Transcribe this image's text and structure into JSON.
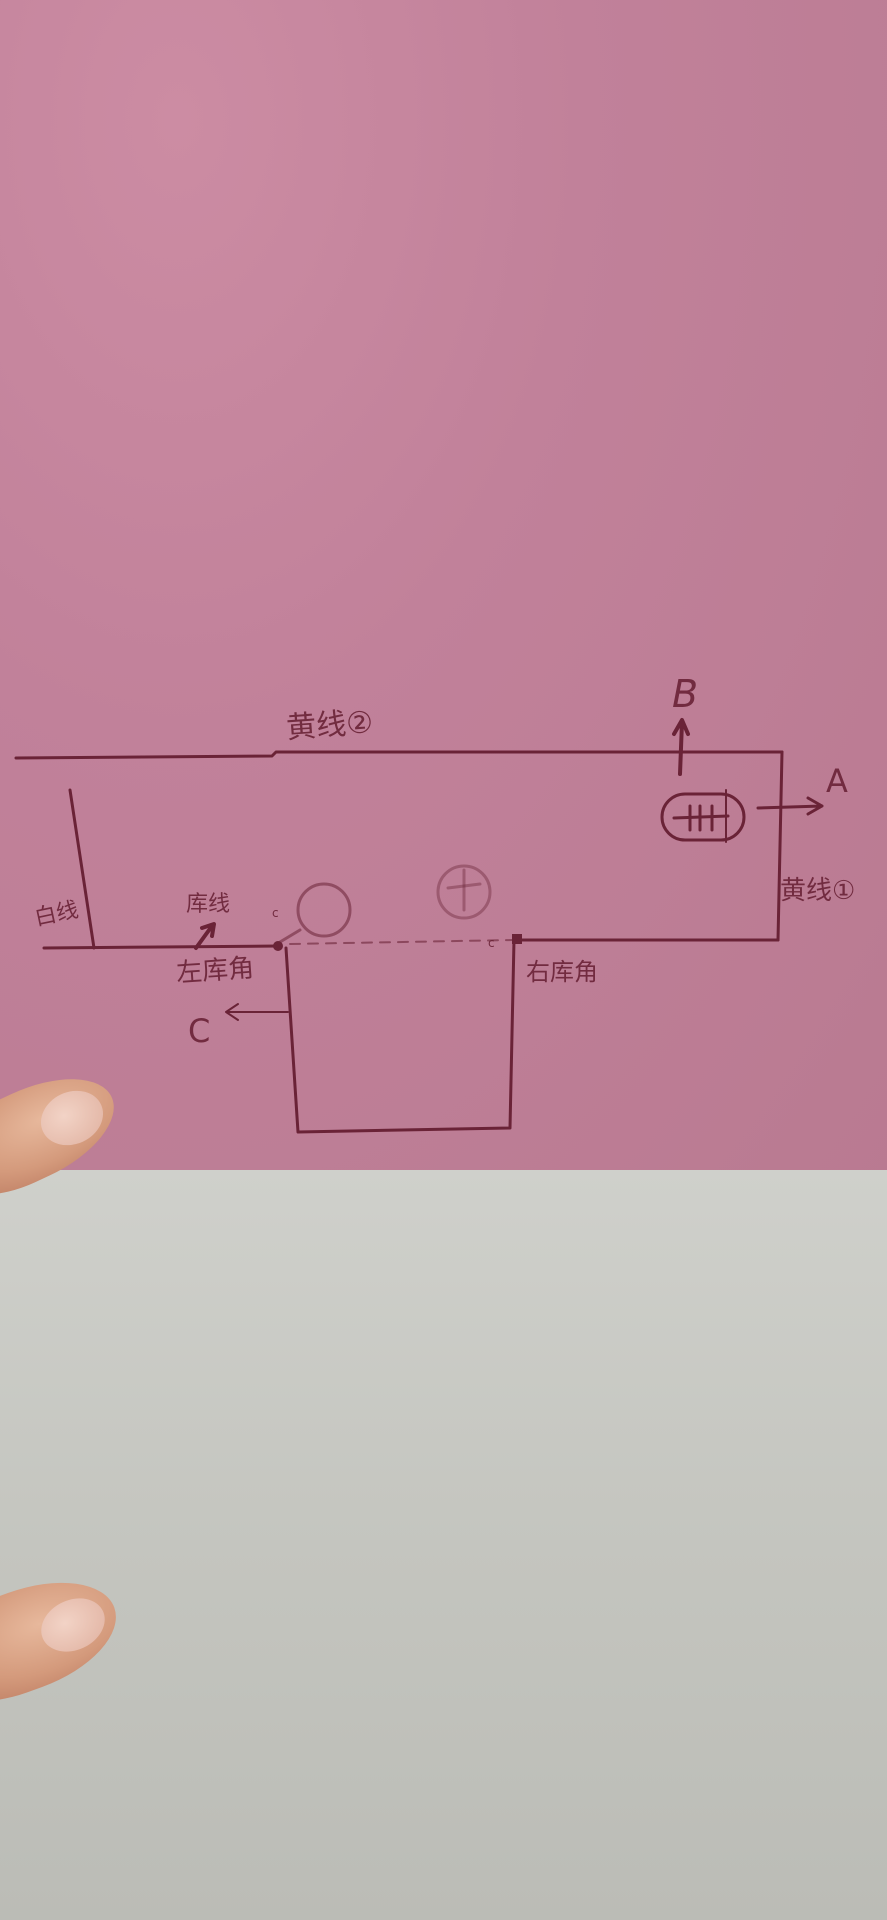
{
  "photo": {
    "subject": "hand-drawn parking diagram on pink paper",
    "colors": {
      "paper": "#c1819a",
      "ink": "#6a2337",
      "background_surface": "#c6c7c1",
      "skin": "#d49a7c"
    }
  },
  "diagram": {
    "labels": {
      "yellow_line_2": "黄线②",
      "yellow_line_1": "黄线①",
      "white_line": "白线",
      "garage_line": "库线",
      "left_garage_corner": "左库角",
      "right_garage_corner": "右库角",
      "point_A": "A",
      "point_B": "B",
      "point_C": "C",
      "small_mark_left": "c",
      "small_mark_right": "c"
    },
    "elements": [
      "yellow line ② (top boundary)",
      "yellow line ① (right boundary)",
      "white line (left slanted boundary)",
      "garage line (bottom baseline)",
      "garage box (rectangle below baseline)",
      "left wheel circle",
      "right wheel circle",
      "car symbol (oval with cross marks)",
      "arrow to A",
      "arrow to B",
      "arrow to C",
      "dashed line between garage corners"
    ]
  }
}
